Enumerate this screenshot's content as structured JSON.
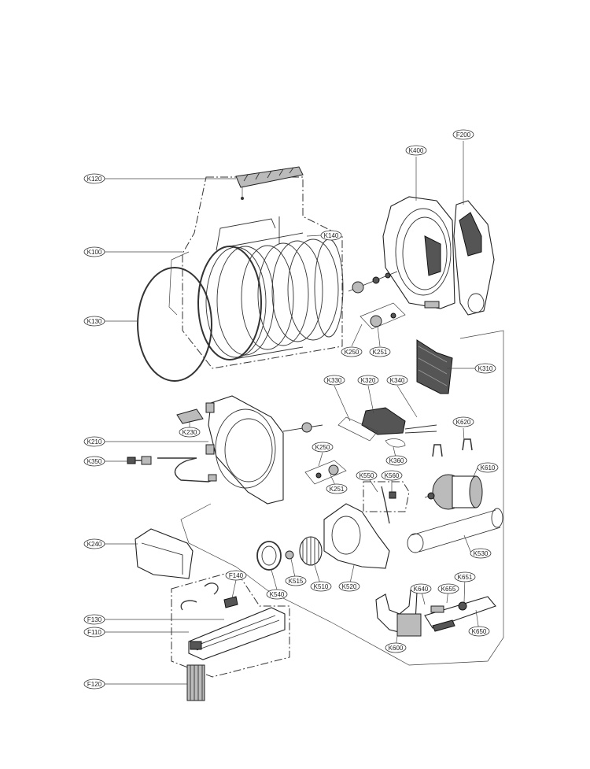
{
  "labels": {
    "K120": "K120",
    "K100": "K100",
    "K130": "K130",
    "K140": "K140",
    "K400": "K400",
    "F200": "F200",
    "K250a": "K250",
    "K251a": "K251",
    "K310": "K310",
    "K330": "K330",
    "K320": "K320",
    "K340": "K340",
    "K230": "K230",
    "K210": "K210",
    "K350": "K350",
    "K360": "K360",
    "K250b": "K250",
    "K251b": "K251",
    "K620": "K620",
    "K610": "K610",
    "K550": "K550",
    "K560": "K560",
    "K240": "K240",
    "K530": "K530",
    "K540": "K540",
    "K515": "K515",
    "K510": "K510",
    "K520": "K520",
    "F140": "F140",
    "K640": "K640",
    "K655": "K655",
    "K651": "K651",
    "F130": "F130",
    "F110": "F110",
    "K650": "K650",
    "K600": "K600",
    "F120": "F120"
  }
}
